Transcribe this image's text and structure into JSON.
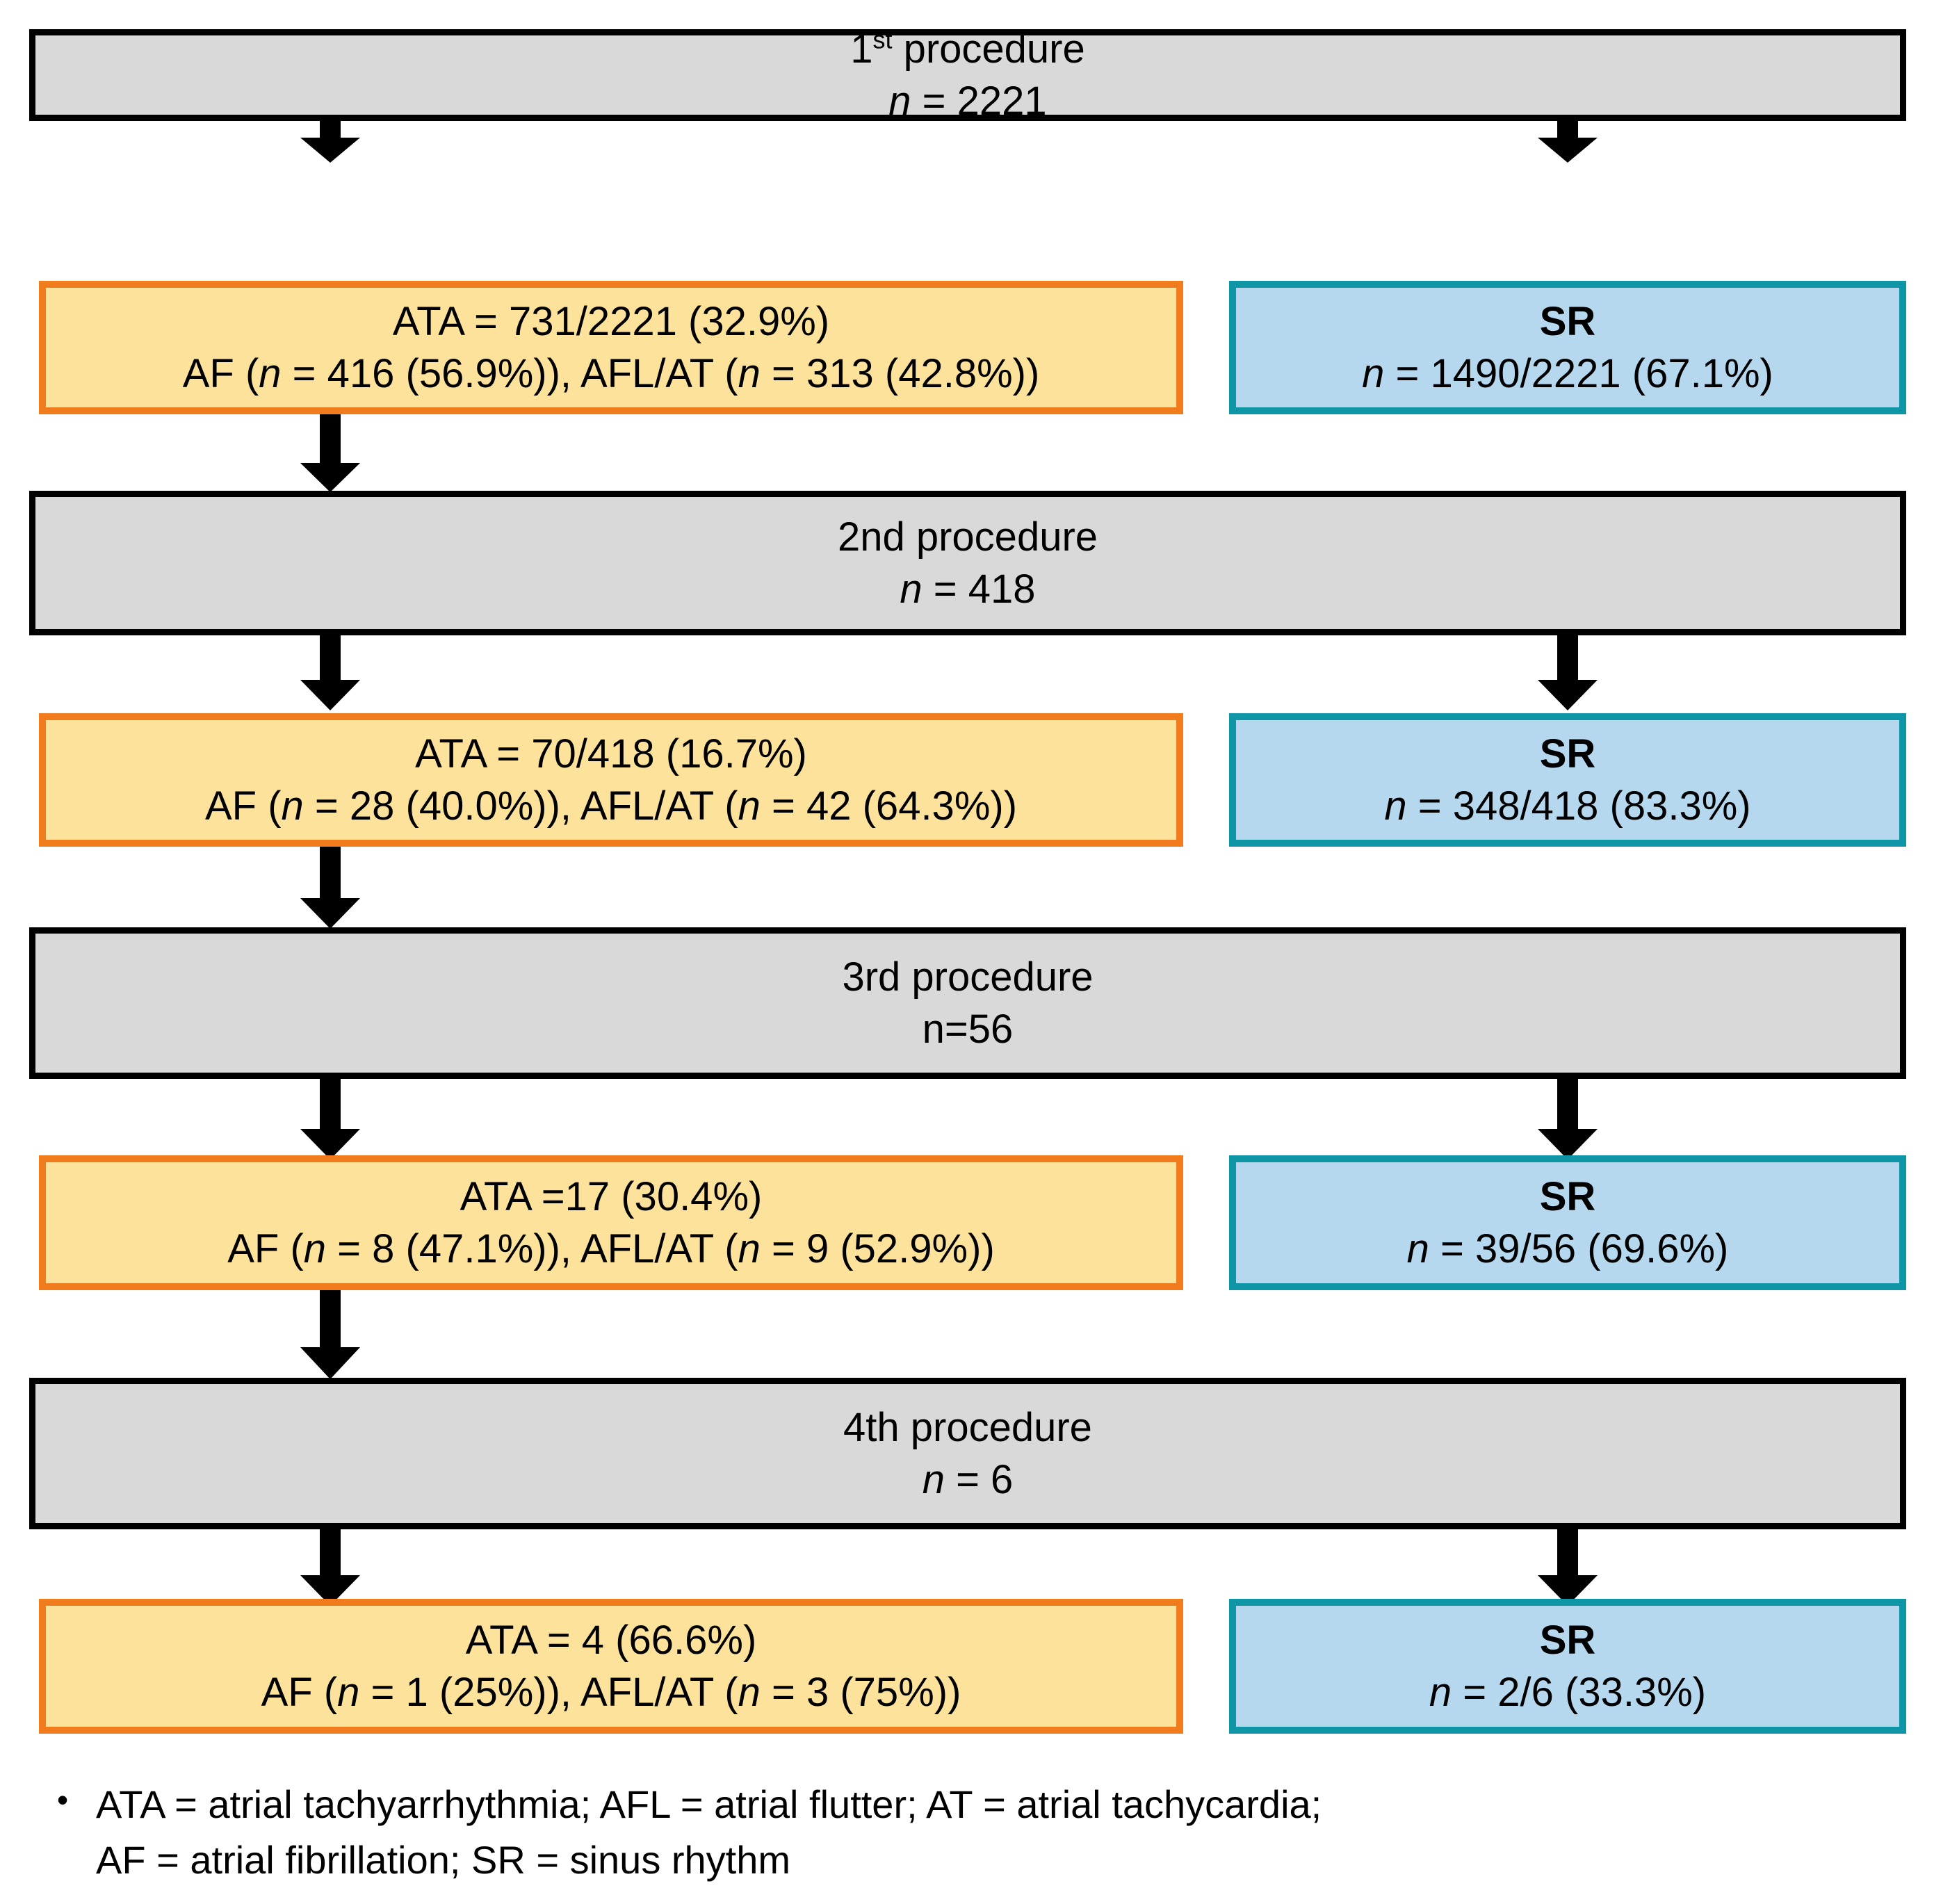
{
  "colors": {
    "procedure_fill": "#D9D9D9",
    "procedure_border": "#000000",
    "ata_fill": "#FDE29B",
    "ata_border": "#F07C1E",
    "sr_fill": "#B5D8EF",
    "sr_border": "#0E96A7",
    "arrow": "#000000",
    "background": "#FFFFFF"
  },
  "flow": {
    "steps": [
      {
        "procedure": {
          "label_prefix": "1",
          "label_sup": "st",
          "label_suffix": " procedure",
          "n_prefix": "n",
          "n_value": " = 2221"
        },
        "ata": {
          "line1": "ATA = 731/2221 (32.9%)",
          "line2_a": "AF (",
          "line2_n1": "n",
          "line2_b": " = 416 (56.9%)),  AFL/AT (",
          "line2_n2": "n",
          "line2_c": " = 313 (42.8%))"
        },
        "sr": {
          "title": "SR",
          "n_prefix": "n",
          "n_value": " = 1490/2221 (67.1%)"
        }
      },
      {
        "procedure": {
          "label_prefix": "2nd procedure",
          "label_sup": "",
          "label_suffix": "",
          "n_prefix": "n",
          "n_value": " = 418"
        },
        "ata": {
          "line1": "ATA = 70/418 (16.7%)",
          "line2_a": "AF (",
          "line2_n1": "n",
          "line2_b": " = 28 (40.0%)),  AFL/AT (",
          "line2_n2": "n",
          "line2_c": " = 42 (64.3%))"
        },
        "sr": {
          "title": "SR",
          "n_prefix": "n",
          "n_value": " = 348/418 (83.3%)"
        }
      },
      {
        "procedure": {
          "label_prefix": "3rd procedure",
          "label_sup": "",
          "label_suffix": "",
          "n_prefix": "",
          "n_value": "n=56"
        },
        "ata": {
          "line1": "ATA =17 (30.4%)",
          "line2_a": "AF (",
          "line2_n1": "n",
          "line2_b": " = 8 (47.1%)), AFL/AT (",
          "line2_n2": "n",
          "line2_c": " = 9 (52.9%))"
        },
        "sr": {
          "title": "SR",
          "n_prefix": "n",
          "n_value": " = 39/56 (69.6%)"
        }
      },
      {
        "procedure": {
          "label_prefix": "4th procedure",
          "label_sup": "",
          "label_suffix": "",
          "n_prefix": "n",
          "n_value": " = 6"
        },
        "ata": {
          "line1": "ATA = 4 (66.6%)",
          "line2_a": "AF (",
          "line2_n1": "n",
          "line2_b": " = 1 (25%)), AFL/AT (",
          "line2_n2": "n",
          "line2_c": " = 3 (75%))"
        },
        "sr": {
          "title": "SR",
          "n_prefix": "n",
          "n_value": " = 2/6 (33.3%)"
        }
      }
    ]
  },
  "footnote": {
    "bullet": "•",
    "line1": "ATA = atrial tachyarrhythmia; AFL = atrial flutter; AT = atrial tachycardia;",
    "line2": "AF = atrial fibrillation; SR = sinus rhythm"
  }
}
